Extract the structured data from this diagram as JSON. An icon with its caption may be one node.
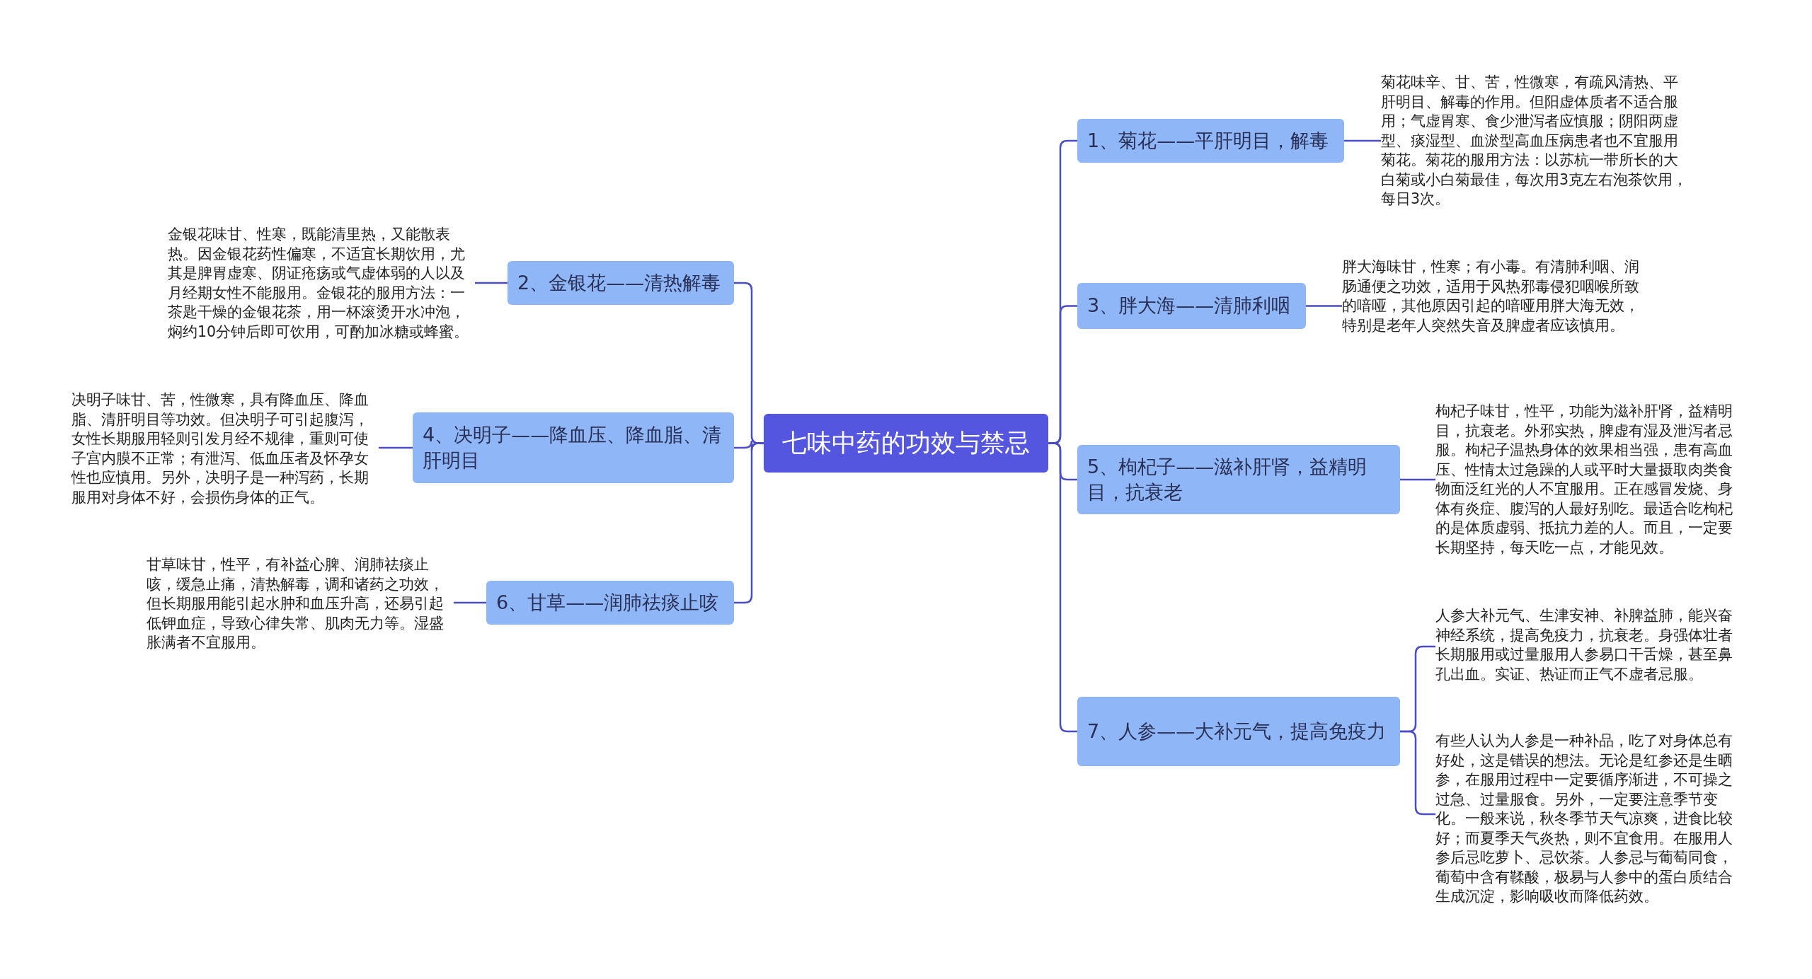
{
  "diagram": {
    "nodes": [
      {
        "text": [
          "七味中药的功效与禁忌"
        ]
      },
      {
        "text": [
          "1、菊花——平肝明目，解毒"
        ]
      },
      {
        "text": [
          "菊花味辛、甘、苦，性微寒，有疏风清热、平肝明目、解毒的作用。但阳虚体质者不适合服用；气虚胃寒、食少泄泻者应慎服；阴阳两虚型、痰湿型、血淤型高血压病患者也不宜服用菊花。菊花的服用方法：以苏杭一带所长的大白菊或小白菊最佳，每次用3克左右泡茶饮用，每日3次。"
        ]
      },
      {
        "text": [
          "2、金银花——清热解毒"
        ]
      },
      {
        "text": [
          "金银花味甘、性寒，既能清里热，又能散表热。因金银花药性偏寒，不适宜长期饮用，尤其是脾胃虚寒、阴证疮疡或气虚体弱的人以及月经期女性不能服用。金银花的服用方法：一茶匙干燥的金银花茶，用一杯滚烫开水冲泡，焖约10分钟后即可饮用，可酌加冰糖或蜂蜜。"
        ]
      },
      {
        "text": [
          "3、胖大海——清肺利咽"
        ]
      },
      {
        "text": [
          "胖大海味甘，性寒；有小毒。有清肺利咽、润肠通便之功效，适用于风热邪毒侵犯咽喉所致的喑哑，其他原因引起的喑哑用胖大海无效，特别是老年人突然失音及脾虚者应该慎用。"
        ]
      },
      {
        "text": [
          "4、决明子——降血压、降血脂、清肝明目"
        ]
      },
      {
        "text": [
          "决明子味甘、苦，性微寒，具有降血压、降血脂、清肝明目等功效。但决明子可引起腹泻，女性长期服用轻则引发月经不规律，重则可使子宫内膜不正常；有泄泻、低血压者及怀孕女性也应慎用。另外，决明子是一种泻药，长期服用对身体不好，会损伤身体的正气。"
        ]
      },
      {
        "text": [
          "5、枸杞子——滋补肝肾，益精明目，抗衰老"
        ]
      },
      {
        "text": [
          "枸杞子味甘，性平，功能为滋补肝肾，益精明目，抗衰老。外邪实热，脾虚有湿及泄泻者忌服。枸杞子温热身体的效果相当强，患有高血压、性情太过急躁的人或平时大量摄取肉类食物面泛红光的人不宜服用。正在感冒发烧、身体有炎症、腹泻的人最好别吃。最适合吃枸杞的是体质虚弱、抵抗力差的人。而且，一定要长期坚持，每天吃一点，才能见效。"
        ]
      },
      {
        "text": [
          "6、甘草——润肺祛痰止咳"
        ]
      },
      {
        "text": [
          "甘草味甘，性平，有补益心脾、润肺祛痰止咳，缓急止痛，清热解毒，调和诸药之功效，但长期服用能引起水肿和血压升高，还易引起低钾血症，导致心律失常、肌肉无力等。湿盛胀满者不宜服用。"
        ]
      },
      {
        "text": [
          "7、人参——大补元气，提高免疫力"
        ]
      },
      {
        "text": [
          "人参大补元气、生津安神、补脾益肺，能兴奋神经系统，提高免疫力，抗衰老。身强体壮者长期服用或过量服用人参易口干舌燥，甚至鼻孔出血。实证、热证而正气不虚者忌服。"
        ]
      },
      {
        "text": [
          "有些人认为人参是一种补品，吃了对身体总有好处，这是错误的想法。无论是红参还是生晒参，在服用过程中一定要循序渐进，不可操之过急、过量服食。另外，一定要注意季节变化。一般来说，秋冬季节天气凉爽，进食比较好；而夏季天气炎热，则不宜食用。在服用人参后忌吃萝卜、忌饮茶。人参忌与葡萄同食，葡萄中含有鞣酸，极易与人参中的蛋白质结合生成沉淀，影响吸收而降低药效。"
        ]
      }
    ],
    "edges": [
      {
        "from": 0,
        "to": 1,
        "arrow": "none"
      },
      {
        "from": 1,
        "to": 2,
        "arrow": "none"
      },
      {
        "from": 0,
        "to": 3,
        "arrow": "none"
      },
      {
        "from": 3,
        "to": 4,
        "arrow": "none"
      },
      {
        "from": 0,
        "to": 5,
        "arrow": "none"
      },
      {
        "from": 5,
        "to": 6,
        "arrow": "none"
      },
      {
        "from": 0,
        "to": 7,
        "arrow": "none"
      },
      {
        "from": 7,
        "to": 8,
        "arrow": "none"
      },
      {
        "from": 0,
        "to": 9,
        "arrow": "none"
      },
      {
        "from": 9,
        "to": 10,
        "arrow": "none"
      },
      {
        "from": 0,
        "to": 11,
        "arrow": "none"
      },
      {
        "from": 11,
        "to": 12,
        "arrow": "none"
      },
      {
        "from": 0,
        "to": 13,
        "arrow": "none"
      },
      {
        "from": 13,
        "to": 14,
        "arrow": "none"
      },
      {
        "from": 13,
        "to": 15,
        "arrow": "none"
      }
    ]
  }
}
